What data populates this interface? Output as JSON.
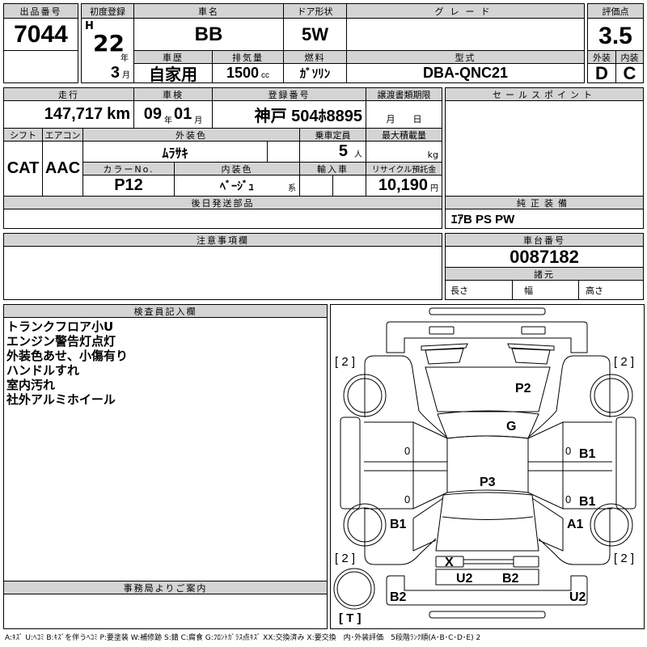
{
  "lot": {
    "label": "出品番号",
    "value": "7044"
  },
  "first_reg": {
    "label": "初度登録",
    "era": "H",
    "year": "22",
    "year_unit": "年",
    "month": "3",
    "month_unit": "月"
  },
  "car_name": {
    "label": "車名",
    "value": "BB"
  },
  "door": {
    "label": "ドア形状",
    "value": "5W"
  },
  "grade": {
    "label": "グレード",
    "value": ""
  },
  "score": {
    "label": "評価点",
    "value": "3.5",
    "ext_label": "外装",
    "int_label": "内装",
    "ext": "D",
    "int": "C"
  },
  "history": {
    "label": "車歴",
    "value": "自家用"
  },
  "displacement": {
    "label": "排気量",
    "value": "1500",
    "unit": "cc"
  },
  "fuel": {
    "label": "燃料",
    "value": "ｶﾞｿﾘﾝ"
  },
  "model": {
    "label": "型式",
    "value": "DBA-QNC21"
  },
  "mileage": {
    "label": "走行",
    "value": "147,717",
    "unit": "km"
  },
  "inspection": {
    "label": "車検",
    "year": "09",
    "year_unit": "年",
    "month": "01",
    "month_unit": "月"
  },
  "plate": {
    "label": "登録番号",
    "value": "神戸 504ﾎ8895"
  },
  "transfer": {
    "label": "譲渡書類期限",
    "month_unit": "月",
    "day_unit": "日"
  },
  "shift": {
    "label": "シフト",
    "value": "CAT"
  },
  "ac": {
    "label": "エアコン",
    "value": "AAC"
  },
  "ext_color": {
    "label": "外装色",
    "value": "ﾑﾗｻｷ"
  },
  "capacity": {
    "label": "乗車定員",
    "value": "5",
    "unit": "人"
  },
  "max_load": {
    "label": "最大積載量",
    "unit": "kg"
  },
  "color_no": {
    "label": "カラーNo.",
    "value": "P12"
  },
  "int_color": {
    "label": "内装色",
    "value": "ﾍﾞｰｼﾞｭ",
    "suffix": "系"
  },
  "import": {
    "label": "輸入車"
  },
  "recycle": {
    "label": "リサイクル預託金",
    "value": "10,190",
    "unit": "円"
  },
  "later_parts": {
    "label": "後日発送部品"
  },
  "sales_point": {
    "label": "セールスポイント"
  },
  "equipment": {
    "label": "純正装備",
    "value": "ｴｱB PS PW"
  },
  "caution": {
    "label": "注意事項欄"
  },
  "chassis": {
    "label": "車台番号",
    "value": "0087182",
    "spec_label": "諸元",
    "length": "長さ",
    "width": "幅",
    "height": "高さ"
  },
  "inspector": {
    "label": "検査員記入欄",
    "lines": [
      "トランクフロア小U",
      "エンジン警告灯点灯",
      "外装色あせ、小傷有り",
      "ハンドルすれ",
      "室内汚れ",
      "社外アルミホイール"
    ]
  },
  "office": {
    "label": "事務局よりご案内"
  },
  "diagram": {
    "marks": [
      "[ 2 ]",
      "[ 2 ]",
      "[ 2 ]",
      "[ 2 ]",
      "P2",
      "G",
      "B1",
      "B1",
      "P3",
      "B1",
      "A1",
      "X",
      "U2",
      "B2",
      "B2",
      "U2",
      "[ T ]",
      "0",
      "0",
      "0",
      "0"
    ]
  },
  "legend": "A:ｷｽﾞ U:ﾍｺﾐ B:ｷｽﾞを伴うﾍｺﾐ P:要塗装 W:補修跡 S:錆 C:腐食 G:ﾌﾛﾝﾄｶﾞﾗｽ点ｷｽﾞ XX:交換済み X:要交換　内･外装評価　5段階ﾗﾝｸ順(A･B･C･D･E) 2"
}
